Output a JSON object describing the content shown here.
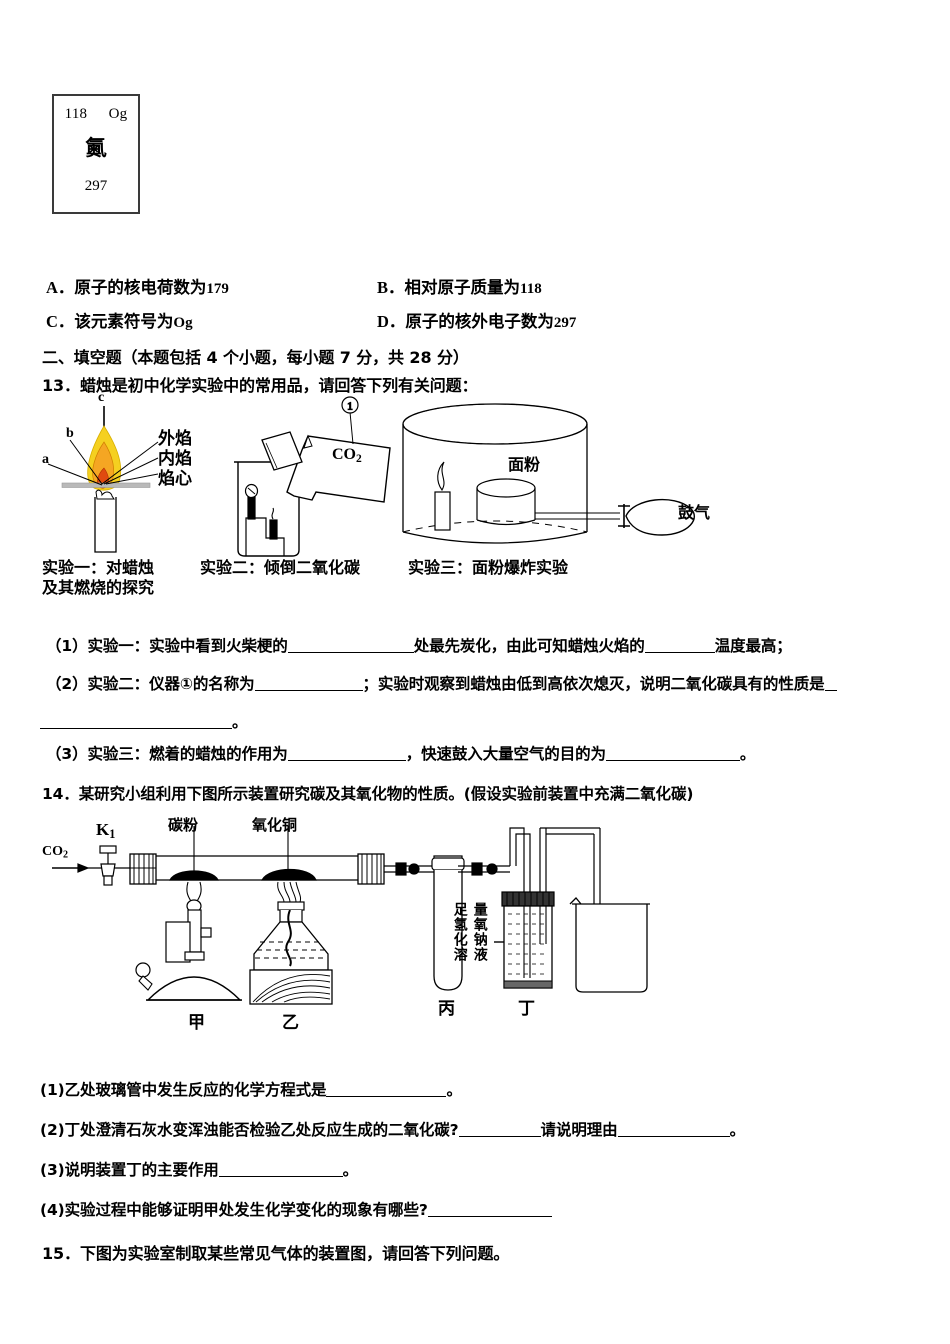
{
  "element_box": {
    "atomic_number": "118",
    "symbol": "Og",
    "chinese_name": "鿫",
    "mass": "297"
  },
  "options": [
    {
      "key": "A．",
      "text": "原子的核电荷数为",
      "value": "179"
    },
    {
      "key": "B．",
      "text": "相对原子质量为",
      "value": "118"
    },
    {
      "key": "C．",
      "text": "该元素符号为",
      "value": "Og"
    },
    {
      "key": "D．",
      "text": "原子的核外电子数为",
      "value": "297"
    }
  ],
  "section_heading": "二、填空题（本题包括 4 个小题，每小题 7 分，共 28 分）",
  "q13": {
    "stem": "13．蜡烛是初中化学实验中的常用品，请回答下列有关问题：",
    "figure": {
      "flame_labels": {
        "a": "a",
        "b": "b",
        "c": "c"
      },
      "zone_labels": [
        "外焰",
        "内焰",
        "焰心"
      ],
      "bottle_label": "①",
      "bottle_text": "CO",
      "bottle_sub": "2",
      "flour_label": "面粉",
      "blow_label": "鼓气",
      "captions": [
        "实验一：对蜡烛\n及其燃烧的探究",
        "实验二：倾倒二氧化碳",
        "实验三：面粉爆炸实验"
      ]
    },
    "parts": [
      "（1）实验一：实验中看到火柴梗的",
      "处最先炭化，由此可知蜡烛火焰的",
      "温度最高；",
      "（2）实验二：仪器①的名称为",
      "；实验时观察到蜡烛由低到高依次熄灭，说明二氧化碳具有的性质是",
      "。",
      "（3）实验三：燃着的蜡烛的作用为",
      "，快速鼓入大量空气的目的为",
      "。"
    ]
  },
  "q14": {
    "stem": "14．某研究小组利用下图所示装置研究碳及其氧化物的性质。(假设实验前装置中充满二氧化碳)",
    "figure": {
      "inlet_gas": "CO",
      "inlet_gas_sub": "2",
      "valve_label": "K",
      "valve_sub": "1",
      "tube_labels": [
        "碳粉",
        "氧化铜"
      ],
      "vertical_text_right": "量氧钠液",
      "vertical_text_left": "足氢化溶",
      "apparatus_labels": [
        "甲",
        "乙",
        "丙",
        "丁"
      ]
    },
    "parts": [
      "(1)乙处玻璃管中发生反应的化学方程式是",
      "。",
      "(2)丁处澄清石灰水变浑浊能否检验乙处反应生成的二氧化碳?",
      "请说明理由",
      "。",
      "(3)说明装置丁的主要作用",
      "。",
      "(4)实验过程中能够证明甲处发生化学变化的现象有哪些?"
    ]
  },
  "q15": {
    "stem": "15．下图为实验室制取某些常见气体的装置图，请回答下列问题。"
  },
  "colors": {
    "flame_outer": "#f5d020",
    "flame_inner": "#f5a623",
    "flame_core": "#e04a10",
    "ink": "#000000",
    "box_border": "#3a3a3a"
  }
}
